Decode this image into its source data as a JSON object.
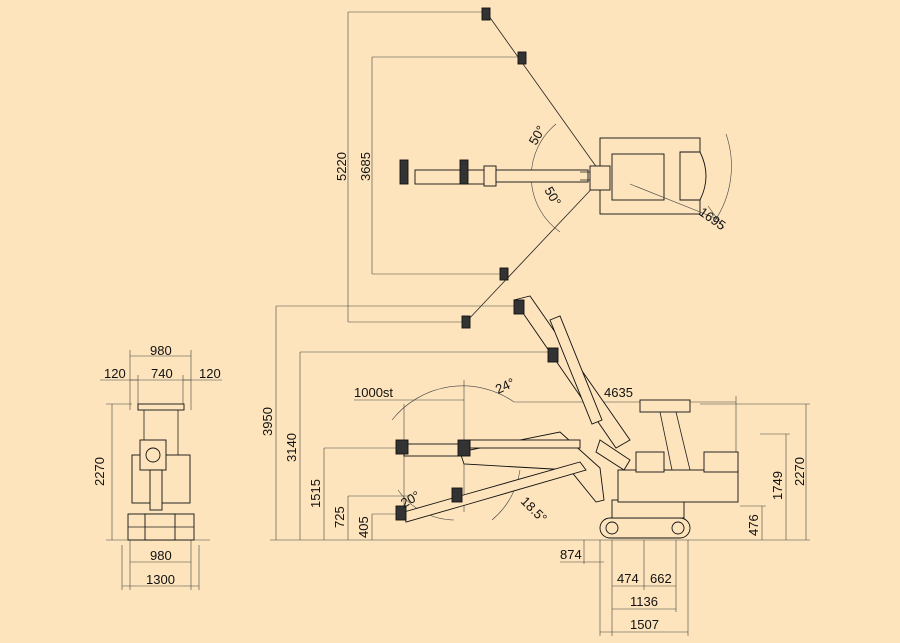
{
  "diagram": {
    "background_color": "#fde4bc",
    "line_color": "#222222",
    "dimensions": {
      "front_width_top": "980",
      "front_left_offset": "120",
      "front_center_width": "740",
      "front_right_offset": "120",
      "front_height": "2270",
      "front_track_width": "980",
      "front_overall_width": "1300",
      "top_reach_max": "5220",
      "top_reach_inner": "3685",
      "top_swing_left": "50°",
      "top_swing_right": "50°",
      "tail_radius": "1695",
      "max_height": "3950",
      "height_3140": "3140",
      "height_1515": "1515",
      "height_725": "725",
      "height_405": "405",
      "stroke_label": "1000st",
      "angle_24": "24°",
      "angle_20": "20°",
      "angle_18_5": "18.5°",
      "boom_length": "4635",
      "cab_height": "2270",
      "body_height": "1749",
      "ground_clearance": "476",
      "front_overhang": "874",
      "track_seg_a": "474",
      "track_seg_b": "662",
      "track_length": "1136",
      "overall_length": "1507"
    }
  }
}
